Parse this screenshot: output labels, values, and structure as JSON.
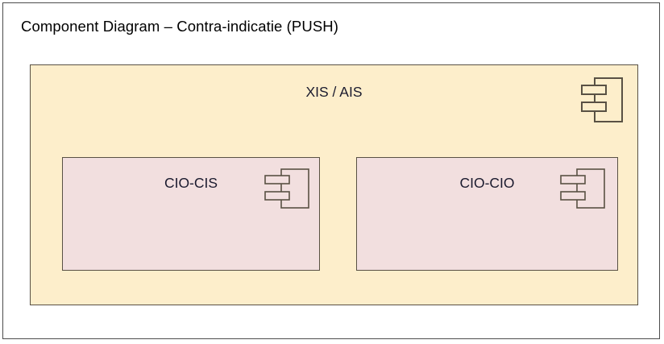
{
  "diagram": {
    "title": "Component Diagram – Contra-indicatie (PUSH)",
    "frame_background": "#ffffff",
    "frame_border_color": "#4d4d4d"
  },
  "components": {
    "outer": {
      "label": "XIS / AIS",
      "fill_color": "#fdeecb",
      "border_color": "#595144",
      "icon": "uml-component-icon"
    },
    "inner": [
      {
        "label": "CIO-CIS",
        "fill_color": "#f2dfdf",
        "border_color": "#595144",
        "icon": "uml-component-icon"
      },
      {
        "label": "CIO-CIO",
        "fill_color": "#f2dfdf",
        "border_color": "#595144",
        "icon": "uml-component-icon"
      }
    ]
  }
}
